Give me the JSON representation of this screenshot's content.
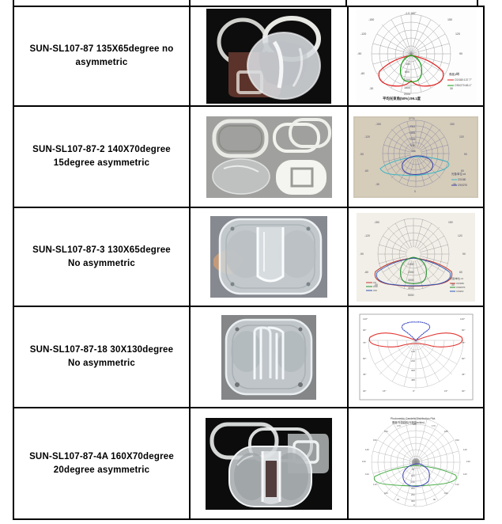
{
  "table": {
    "rows": [
      {
        "name": "SUN-SL107-87 135X65degree no asymmetric",
        "name_line1": "SUN-SL107-87 135X65degree no",
        "name_line2": "asymmetric",
        "photo_alt": "clear lens with white silicone gasket on black background",
        "chart_alt": "polar candela distribution plot, red and green curves"
      },
      {
        "name": "SUN-SL107-87-2 140X70degree 15degree asymmetric",
        "name_line1": "SUN-SL107-87-2 140X70degree",
        "name_line2": "15degree asymmetric",
        "photo_alt": "lens, gaskets and holder laid on grey concrete",
        "chart_alt": "printed polar plot with cyan and blue curves"
      },
      {
        "name": "SUN-SL107-87-3 130X65degree No asymmetric",
        "name_line1": "SUN-SL107-87-3 130X65degree",
        "name_line2": "No asymmetric",
        "photo_alt": "clear moulded lens held in hand",
        "chart_alt": "polar plot with red, green and blue curves"
      },
      {
        "name": "SUN-SL107-87-18  30X130degree No asymmetric",
        "name_line1": "SUN-SL107-87-18  30X130degree",
        "name_line2": "No asymmetric",
        "photo_alt": "ribbed clear lens on grey surface",
        "chart_alt": "polar plot with wide red lobe and narrow blue lobe"
      },
      {
        "name": "SUN-SL107-87-4A 160X70degree 20degree asymmetric",
        "name_line1": "SUN-SL107-87-4A 160X70degree",
        "name_line2": "20degree asymmetric",
        "photo_alt": "lens assembly with gasket on black background",
        "chart_alt": "photometric candela distribution plot, green and blue curves"
      }
    ]
  },
  "charts": {
    "chart1": {
      "title": "",
      "caption": "平均光束角(50%):99.1度",
      "legend_title": "角度(cd)",
      "legend": [
        "C0/180:137.7°",
        "C90/270:65.1°"
      ],
      "angle_labels": [
        "-150",
        "150",
        "-120",
        "120",
        "-90",
        "90",
        "-60",
        "60",
        "-30",
        "30"
      ],
      "radial_labels": [
        "400",
        "800",
        "1200",
        "1600",
        "2000"
      ],
      "colors": {
        "c0": "#e02020",
        "c90": "#17a018"
      }
    },
    "chart2": {
      "legend_title": "光强/单位 cd",
      "legend": [
        "C0/180",
        "C90/270"
      ],
      "angle_labels": [
        "-150",
        "150",
        "-120",
        "120",
        "-90",
        "90",
        "-60",
        "60",
        "-30",
        "30"
      ],
      "radial_labels": [
        "2774",
        "2311",
        "1851",
        "1394",
        "938",
        "486"
      ],
      "colors": {
        "c0": "#3fb6c4",
        "c90": "#3b3fa8"
      }
    },
    "chart3": {
      "legend_title": "光强/单位 cd",
      "legend": [
        "C0/180",
        "C90/270",
        "C/MAX"
      ],
      "angle_labels": [
        "-150",
        "150",
        "-120",
        "120",
        "-90",
        "90",
        "-60",
        "60",
        "-30",
        "30"
      ],
      "radial_labels": [
        "1000",
        "2000",
        "3000",
        "4000",
        "5000"
      ],
      "colors": {
        "c0": "#c0392b",
        "c90": "#27922f",
        "cmax": "#2f56b5"
      }
    },
    "chart4": {
      "angle_labels": [
        "120°",
        "90°",
        "60°",
        "30°",
        "0°",
        "-30°",
        "-60°",
        "-90°",
        "-120°"
      ],
      "radial_labels": [
        "120",
        "240",
        "360",
        "480",
        "600"
      ],
      "colors": {
        "c0": "#e0332f",
        "c90": "#2f3fc0"
      }
    },
    "chart5": {
      "title": "Photometric Candela Distribution Plot",
      "subtitle": "照度/光强曲线(光通量lm/klm)",
      "angle_labels": [
        "170",
        "160",
        "150",
        "140",
        "130",
        "120",
        "110",
        "100",
        "90",
        "80",
        "70",
        "60",
        "50",
        "40",
        "30",
        "20",
        "10",
        "0"
      ],
      "radial_labels": [
        "50",
        "100",
        "150",
        "200",
        "250",
        "300",
        "350",
        "400"
      ],
      "colors": {
        "c0": "#4bb04b",
        "c90": "#3b45b5"
      }
    }
  },
  "chart_data": [
    {
      "type": "line",
      "title": "SUN-SL107-87 135X65degree no asymmetric",
      "subtype": "polar-candela",
      "series": [
        {
          "name": "C0/180:137.7°",
          "color": "#e02020",
          "beam_angle": 137.7,
          "angles": [
            -90,
            -75,
            -60,
            -50,
            -40,
            -30,
            -20,
            -10,
            0,
            10,
            20,
            30,
            40,
            50,
            60,
            75,
            90
          ],
          "values": [
            0,
            220,
            900,
            1500,
            1750,
            1700,
            1450,
            1250,
            1200,
            1250,
            1450,
            1700,
            1750,
            1500,
            900,
            220,
            0
          ]
        },
        {
          "name": "C90/270:65.1°",
          "color": "#17a018",
          "beam_angle": 65.1,
          "angles": [
            -90,
            -60,
            -45,
            -35,
            -25,
            -15,
            0,
            15,
            25,
            35,
            45,
            60,
            90
          ],
          "values": [
            0,
            150,
            500,
            900,
            1150,
            1250,
            1300,
            1250,
            1150,
            900,
            500,
            150,
            0
          ]
        }
      ],
      "rlim": [
        0,
        2000
      ],
      "rticks": [
        400,
        800,
        1200,
        1600,
        2000
      ],
      "thetaticks": [
        -150,
        -120,
        -90,
        -60,
        -30,
        0,
        30,
        60,
        90,
        120,
        150
      ],
      "caption": "平均光束角(50%):99.1度"
    },
    {
      "type": "line",
      "title": "SUN-SL107-87-2 140X70degree 15degree asymmetric",
      "subtype": "polar-candela",
      "series": [
        {
          "name": "C0/180",
          "color": "#3fb6c4",
          "angles": [
            -90,
            -70,
            -55,
            -40,
            -25,
            -10,
            0,
            10,
            25,
            40,
            55,
            70,
            90
          ],
          "values": [
            0,
            900,
            1500,
            1700,
            1500,
            1200,
            1100,
            1250,
            1600,
            1900,
            1700,
            1000,
            0
          ]
        },
        {
          "name": "C90/270",
          "color": "#3b3fa8",
          "angles": [
            -90,
            -60,
            -40,
            -25,
            -10,
            0,
            10,
            25,
            40,
            60,
            90
          ],
          "values": [
            0,
            300,
            800,
            1200,
            1400,
            1350,
            1450,
            1700,
            1450,
            600,
            0
          ]
        }
      ],
      "rlim": [
        0,
        2774
      ],
      "rticks": [
        486,
        938,
        1394,
        1851,
        2311,
        2774
      ],
      "thetaticks": [
        -150,
        -120,
        -90,
        -60,
        -30,
        0,
        30,
        60,
        90,
        120,
        150
      ]
    },
    {
      "type": "line",
      "title": "SUN-SL107-87-3 130X65degree No asymmetric",
      "subtype": "polar-candela",
      "series": [
        {
          "name": "C0/180",
          "color": "#c0392b",
          "angles": [
            -90,
            -70,
            -55,
            -40,
            -25,
            -10,
            0,
            10,
            25,
            40,
            55,
            70,
            90
          ],
          "values": [
            0,
            1200,
            3200,
            4200,
            4000,
            3400,
            3200,
            3400,
            4000,
            4200,
            3200,
            1200,
            0
          ]
        },
        {
          "name": "C90/270",
          "color": "#27922f",
          "angles": [
            -90,
            -60,
            -45,
            -30,
            -15,
            0,
            15,
            30,
            45,
            60,
            90
          ],
          "values": [
            0,
            400,
            1400,
            2400,
            3000,
            3100,
            3000,
            2400,
            1400,
            400,
            0
          ]
        },
        {
          "name": "C/MAX",
          "color": "#2f56b5",
          "angles": [
            -90,
            -70,
            -55,
            -40,
            -25,
            -10,
            0,
            10,
            25,
            40,
            55,
            70,
            90
          ],
          "values": [
            0,
            1250,
            3250,
            4250,
            4050,
            3450,
            3250,
            3450,
            4050,
            4250,
            3250,
            1250,
            0
          ]
        }
      ],
      "rlim": [
        0,
        5000
      ],
      "rticks": [
        1000,
        2000,
        3000,
        4000,
        5000
      ],
      "thetaticks": [
        -150,
        -120,
        -90,
        -60,
        -30,
        0,
        30,
        60,
        90,
        120,
        150
      ]
    },
    {
      "type": "line",
      "title": "SUN-SL107-87-18  30X130degree No asymmetric",
      "subtype": "polar-candela",
      "series": [
        {
          "name": "C0/180",
          "color": "#e0332f",
          "angles": [
            -88,
            -75,
            -60,
            -45,
            -30,
            -15,
            0,
            15,
            30,
            45,
            60,
            75,
            88
          ],
          "values": [
            60,
            330,
            520,
            470,
            540,
            560,
            440,
            560,
            540,
            470,
            520,
            330,
            60
          ]
        },
        {
          "name": "C90/270",
          "color": "#2f3fc0",
          "angles": [
            -40,
            -30,
            -20,
            -10,
            0,
            10,
            20,
            30,
            40
          ],
          "values": [
            0,
            240,
            420,
            470,
            480,
            470,
            420,
            240,
            0
          ]
        }
      ],
      "rlim": [
        0,
        600
      ],
      "rticks": [
        120,
        240,
        360,
        480,
        600
      ],
      "thetaticks": [
        -120,
        -90,
        -60,
        -30,
        0,
        30,
        60,
        90,
        120
      ]
    },
    {
      "type": "line",
      "title": "SUN-SL107-87-4A 160X70degree 20degree asymmetric",
      "subtype": "polar-candela",
      "plot_title": "Photometric Candela Distribution Plot",
      "series": [
        {
          "name": "C0/180",
          "color": "#4bb04b",
          "angles": [
            -85,
            -70,
            -55,
            -40,
            -25,
            -10,
            0,
            10,
            25,
            40,
            55,
            70,
            85
          ],
          "values": [
            40,
            200,
            250,
            230,
            210,
            180,
            160,
            190,
            240,
            270,
            260,
            210,
            40
          ]
        },
        {
          "name": "C90/270",
          "color": "#3b45b5",
          "angles": [
            -50,
            -35,
            -20,
            -5,
            10,
            25,
            40,
            55,
            70
          ],
          "values": [
            0,
            120,
            190,
            210,
            230,
            250,
            230,
            140,
            0
          ]
        }
      ],
      "rlim": [
        0,
        400
      ],
      "rticks": [
        50,
        100,
        150,
        200,
        250,
        300,
        350,
        400
      ],
      "thetaticks": [
        0,
        10,
        20,
        30,
        40,
        50,
        60,
        70,
        80,
        90,
        100,
        110,
        120,
        130,
        140,
        150,
        160,
        170
      ]
    }
  ]
}
